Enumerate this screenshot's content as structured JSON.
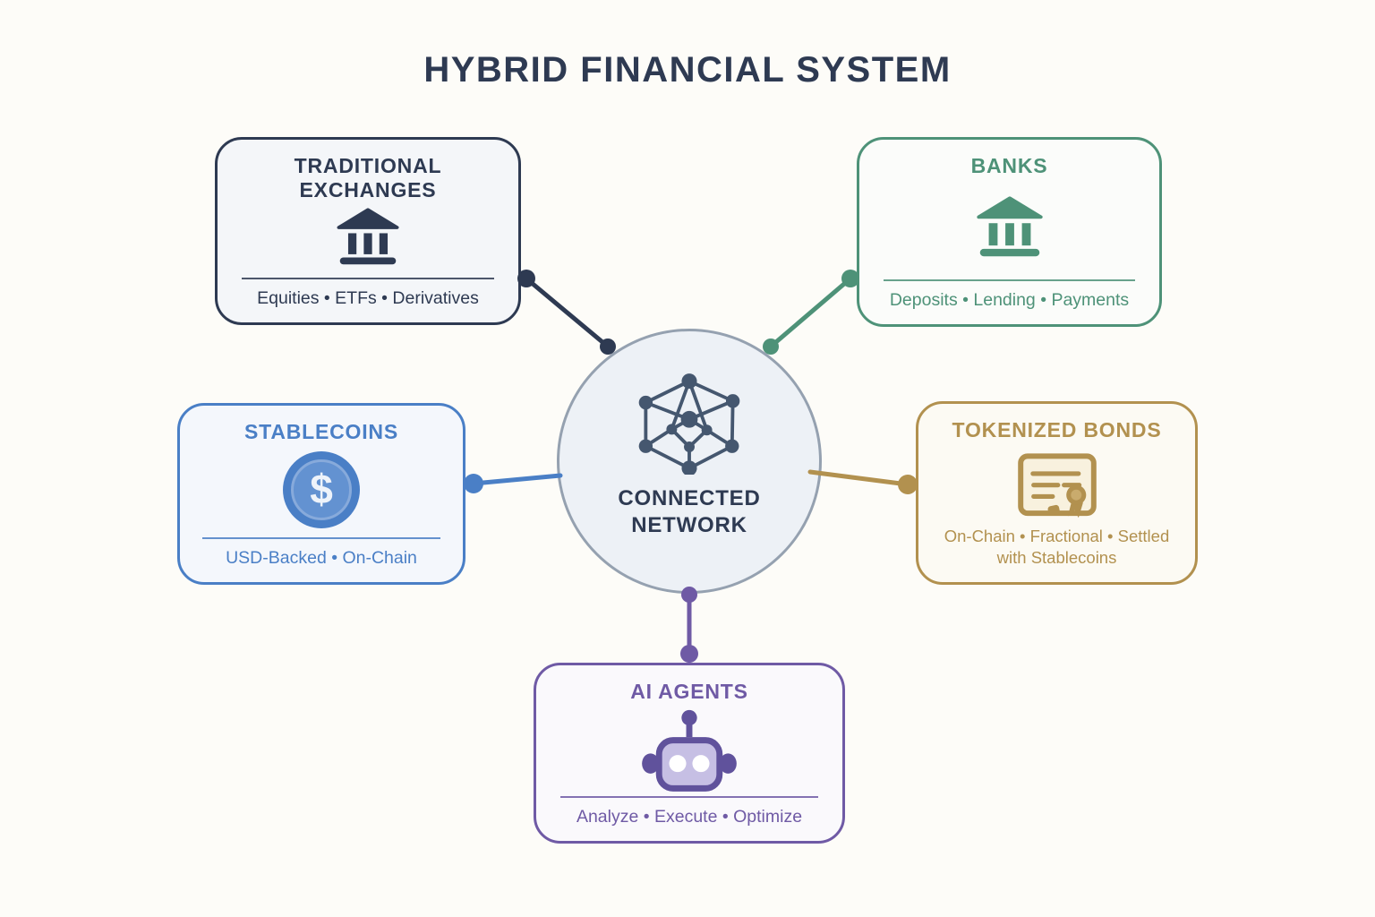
{
  "title": "HYBRID FINANCIAL SYSTEM",
  "center": {
    "icon": "network-graph-icon",
    "label_line1": "CONNECTED",
    "label_line2": "NETWORK"
  },
  "boxes": [
    {
      "id": "traditional-exchanges",
      "title_lines": [
        "TRADITIONAL",
        "EXCHANGES"
      ],
      "icon": "bank-icon",
      "subtitle": "Equities • ETFs • Derivatives",
      "accent": "#2e3a52"
    },
    {
      "id": "banks",
      "title": "BANKS",
      "icon": "bank-icon",
      "subtitle": "Deposits • Lending • Payments",
      "accent": "#4e9278"
    },
    {
      "id": "stablecoins",
      "title": "STABLECOINS",
      "icon": "dollar-coin-icon",
      "subtitle": "USD-Backed • On-Chain",
      "accent": "#4a7fc6"
    },
    {
      "id": "tokenized-bonds",
      "title": "TOKENIZED BONDS",
      "icon": "certificate-icon",
      "subtitle": "On-Chain • Fractional • Settled with Stablecoins",
      "accent": "#b2914f"
    },
    {
      "id": "ai-agents",
      "title": "AI AGENTS",
      "icon": "robot-icon",
      "subtitle": "Analyze • Execute • Optimize",
      "accent": "#6f5aa5"
    }
  ],
  "connections": [
    {
      "from": "traditional-exchanges",
      "to": "connected-network",
      "color": "#2e3a52"
    },
    {
      "from": "banks",
      "to": "connected-network",
      "color": "#4e9278"
    },
    {
      "from": "stablecoins",
      "to": "connected-network",
      "color": "#4a7fc6"
    },
    {
      "from": "tokenized-bonds",
      "to": "connected-network",
      "color": "#b2914f"
    },
    {
      "from": "ai-agents",
      "to": "connected-network",
      "color": "#6f5aa5"
    }
  ],
  "colors": {
    "navy": "#2e3a52",
    "green": "#4e9278",
    "blue": "#4a7fc6",
    "gold": "#b2914f",
    "purple": "#6f5aa5",
    "background": "#fdfcf8",
    "circle_fill": "#edf1f6",
    "circle_border": "#95a1b0",
    "network_icon": "#45576f"
  }
}
